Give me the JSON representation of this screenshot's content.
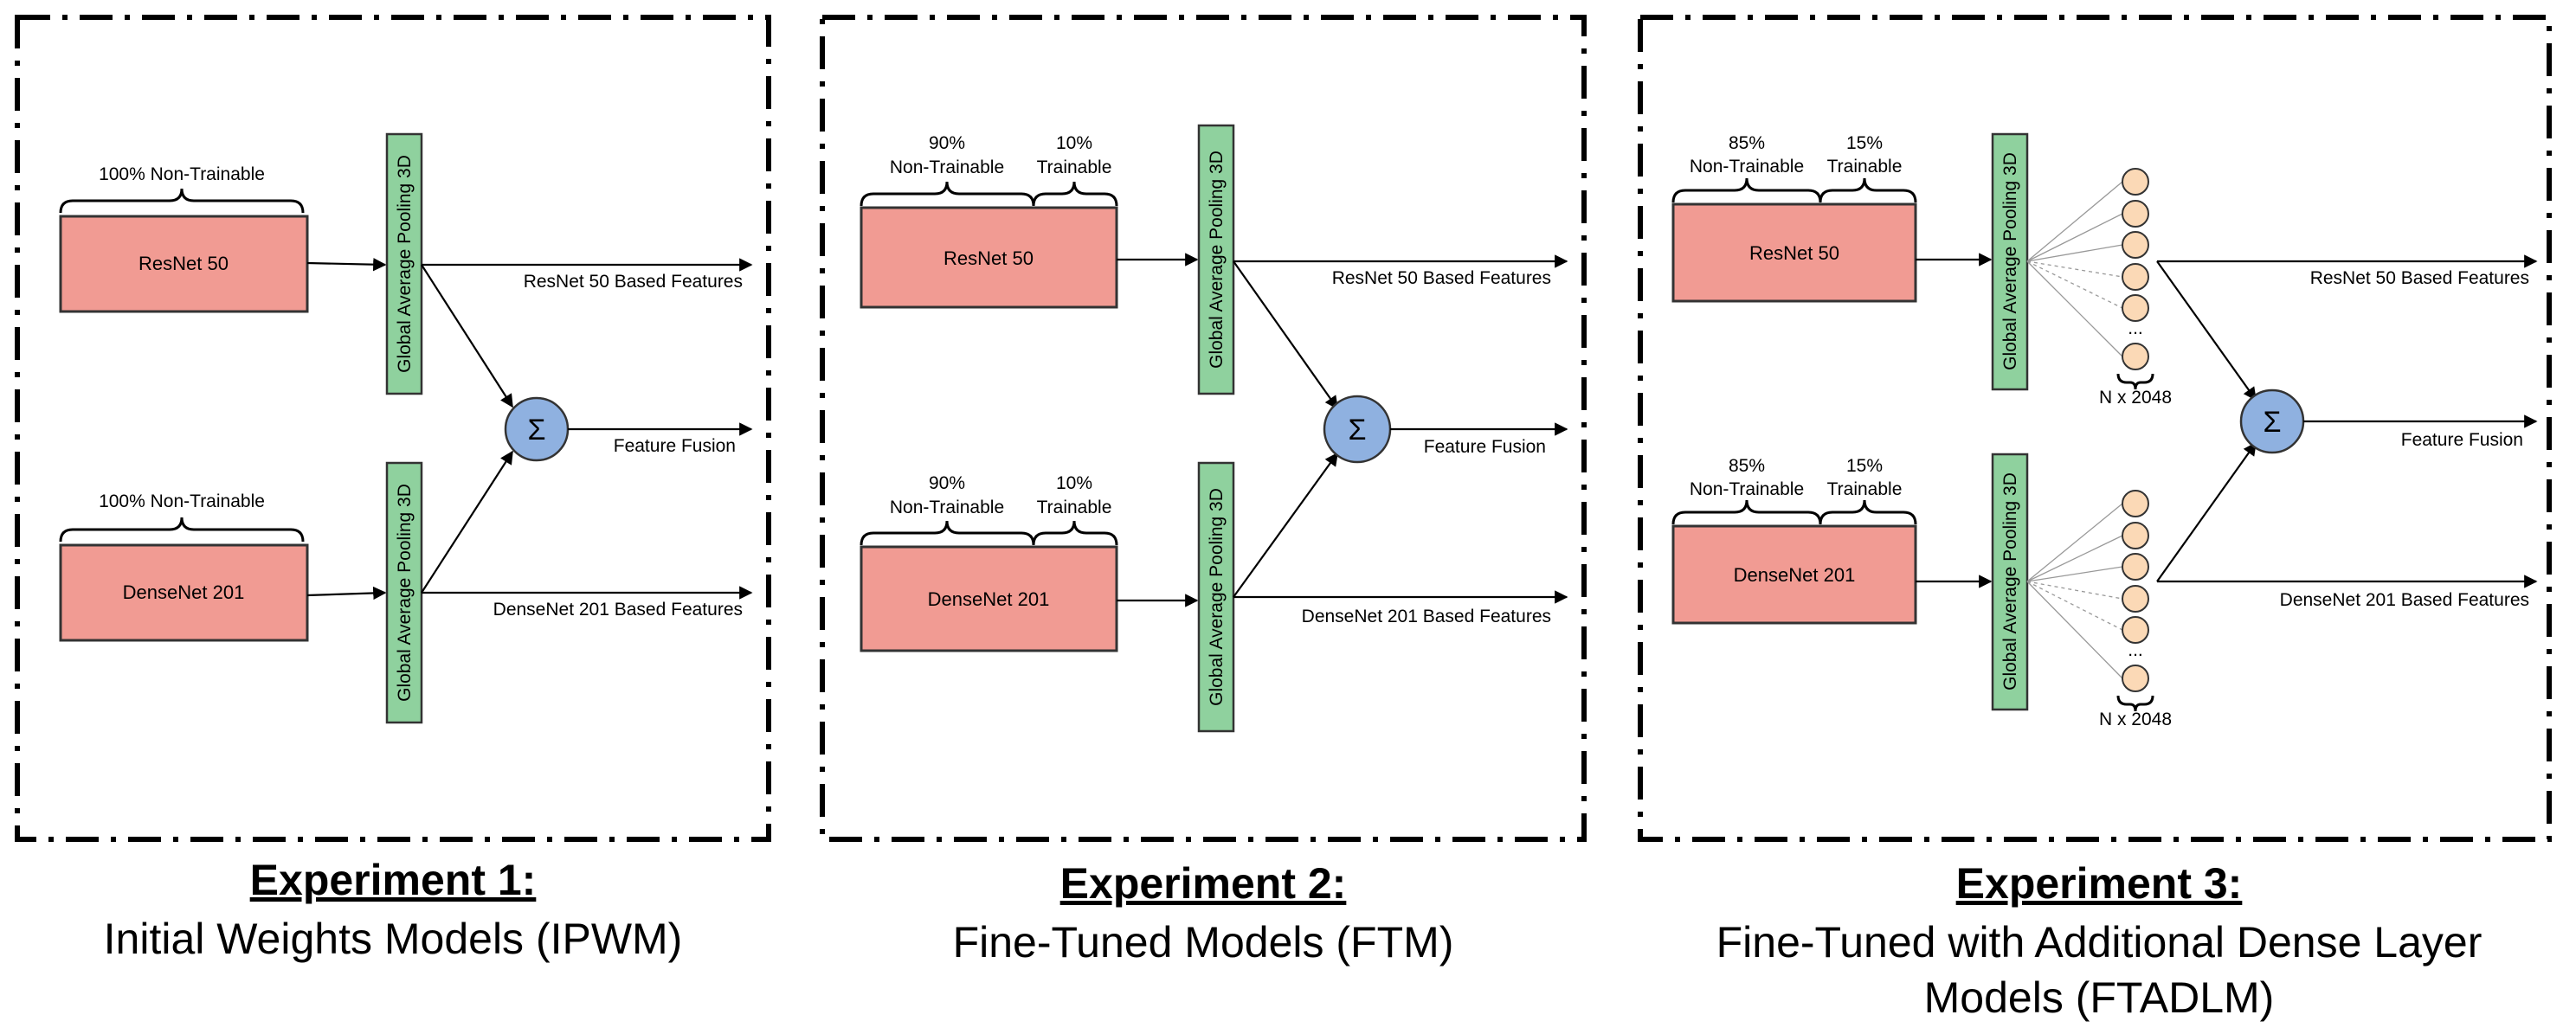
{
  "experiments": [
    {
      "title": "Experiment 1:",
      "subtitle": "Initial Weights Models (IPWM)",
      "resnet_top_label": "100% Non-Trainable",
      "densenet_top_label": "100% Non-Trainable",
      "resnet_box": "ResNet 50",
      "densenet_box": "DenseNet 201",
      "gap_label": "Global Average Pooling 3D",
      "sum_symbol": "Σ",
      "out_resnet": "ResNet 50 Based Features",
      "out_fusion": "Feature Fusion",
      "out_densenet": "DenseNet 201 Based Features"
    },
    {
      "title": "Experiment 2:",
      "subtitle": "Fine-Tuned Models (FTM)",
      "resnet_left_pct": "90%",
      "resnet_left_label": "Non-Trainable",
      "resnet_right_pct": "10%",
      "resnet_right_label": "Trainable",
      "densenet_left_pct": "90%",
      "densenet_left_label": "Non-Trainable",
      "densenet_right_pct": "10%",
      "densenet_right_label": "Trainable",
      "resnet_box": "ResNet 50",
      "densenet_box": "DenseNet 201",
      "gap_label": "Global Average Pooling 3D",
      "sum_symbol": "Σ",
      "out_resnet": "ResNet 50 Based Features",
      "out_fusion": "Feature Fusion",
      "out_densenet": "DenseNet 201 Based Features"
    },
    {
      "title": "Experiment 3:",
      "subtitle_line1": "Fine-Tuned with Additional Dense Layer",
      "subtitle_line2": "Models (FTADLM)",
      "resnet_left_pct": "85%",
      "resnet_left_label": "Non-Trainable",
      "resnet_right_pct": "15%",
      "resnet_right_label": "Trainable",
      "densenet_left_pct": "85%",
      "densenet_left_label": "Non-Trainable",
      "densenet_right_pct": "15%",
      "densenet_right_label": "Trainable",
      "resnet_box": "ResNet 50",
      "densenet_box": "DenseNet 201",
      "gap_label": "Global Average Pooling 3D",
      "dense_ellipsis": "...",
      "dense_units": "N x 2048",
      "sum_symbol": "Σ",
      "out_resnet": "ResNet 50 Based Features",
      "out_fusion": "Feature Fusion",
      "out_densenet": "DenseNet 201 Based Features"
    }
  ]
}
